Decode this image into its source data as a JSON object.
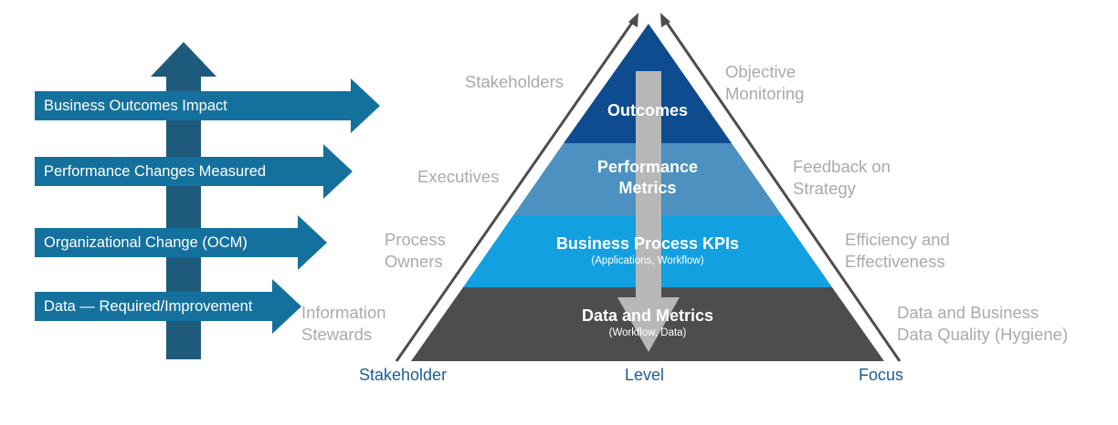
{
  "left_arrows": [
    {
      "label": "Business Outcomes Impact"
    },
    {
      "label": "Performance Changes Measured"
    },
    {
      "label": "Organizational Change (OCM)"
    },
    {
      "label": "Data — Required/Improvement"
    }
  ],
  "pyramid": {
    "outcomes": {
      "title": "Outcomes"
    },
    "performance": {
      "title_line1": "Performance",
      "title_line2": "Metrics"
    },
    "kpis": {
      "title": "Business Process KPIs",
      "subtitle": "(Applications, Workflow)"
    },
    "data": {
      "title": "Data and Metrics",
      "subtitle": "(Workflow, Data)"
    }
  },
  "stakeholder_side": [
    {
      "line1": "Stakeholders",
      "line2": ""
    },
    {
      "line1": "Executives",
      "line2": ""
    },
    {
      "line1": "Process",
      "line2": "Owners"
    },
    {
      "line1": "Information",
      "line2": "Stewards"
    }
  ],
  "focus_side": [
    {
      "line1": "Objective",
      "line2": "Monitoring"
    },
    {
      "line1": "Feedback on",
      "line2": "Strategy"
    },
    {
      "line1": "Efficiency and",
      "line2": "Effectiveness"
    },
    {
      "line1": "Data and Business",
      "line2": "Data Quality (Hygiene)"
    }
  ],
  "footer": {
    "stakeholder": "Stakeholder",
    "level": "Level",
    "focus": "Focus"
  },
  "colors": {
    "vertical_arrow": "#1e5a7c",
    "horizontal_arrows": "#14719e",
    "outcomes": "#0e4c8f",
    "performance": "#4c91c0",
    "kpis": "#12a0e0",
    "data": "#4d4d4d",
    "center_arrow": "#b7b7b7",
    "side_text": "#aaaaaa",
    "footer_text": "#1a5f95"
  }
}
